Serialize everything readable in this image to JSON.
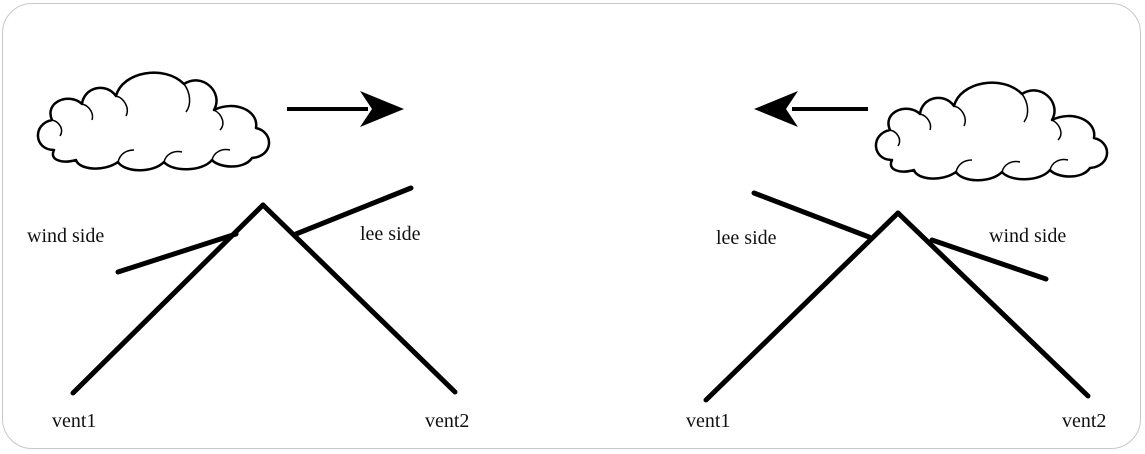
{
  "panels": [
    {
      "wind_direction": "right",
      "labels": {
        "wind_side": "wind side",
        "lee_side": "lee side",
        "vent1": "vent1",
        "vent2": "vent2"
      }
    },
    {
      "wind_direction": "left",
      "labels": {
        "wind_side": "wind side",
        "lee_side": "lee side",
        "vent1": "vent1",
        "vent2": "vent2"
      }
    }
  ],
  "colors": {
    "line": "#000000",
    "frame_border": "#c8c8c8",
    "cloud_fill": "#ffffff"
  }
}
